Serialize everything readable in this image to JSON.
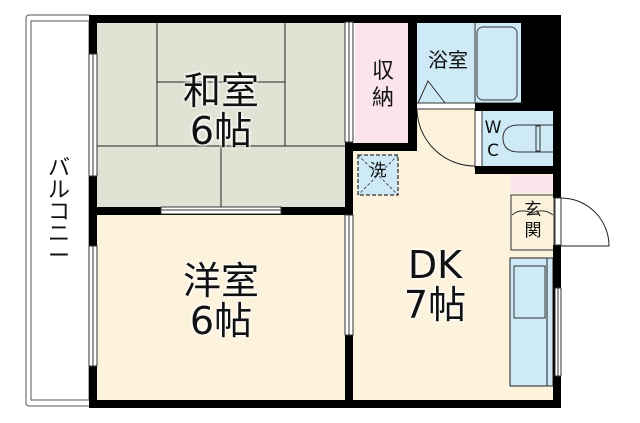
{
  "floor_plan": {
    "balcony": {
      "label": "バルコニー",
      "chars": [
        "バ",
        "ル",
        "コ",
        "ニ",
        "ー"
      ]
    },
    "rooms": {
      "washitsu": {
        "name": "和室",
        "size": "6帖",
        "color": "#dfe3d4"
      },
      "youshitsu": {
        "name": "洋室",
        "size": "6帖",
        "color": "#fdf3dd"
      },
      "dk": {
        "name": "DK",
        "size": "7帖",
        "color": "#fdf3dd"
      },
      "storage": {
        "line1": "収",
        "line2": "納",
        "color": "#fbe4ec"
      },
      "bath": {
        "name": "浴室",
        "color": "#cfeaf7"
      },
      "wc": {
        "line1": "W",
        "line2": "C",
        "color": "#cfeaf7"
      },
      "genkan": {
        "line1": "玄",
        "line2": "関",
        "color": "#fdf3dd"
      },
      "washer": {
        "label": "洗",
        "color": "#cfeaf7"
      },
      "shoe_box": {
        "color": "#fbe4ec"
      },
      "kitchen": {
        "color": "#cfeaf7"
      }
    },
    "colors": {
      "wall": "#000000",
      "tatami": "#dfe3d4",
      "floor": "#fdf3dd",
      "wet": "#cfeaf7",
      "storage": "#fbe4ec"
    }
  }
}
